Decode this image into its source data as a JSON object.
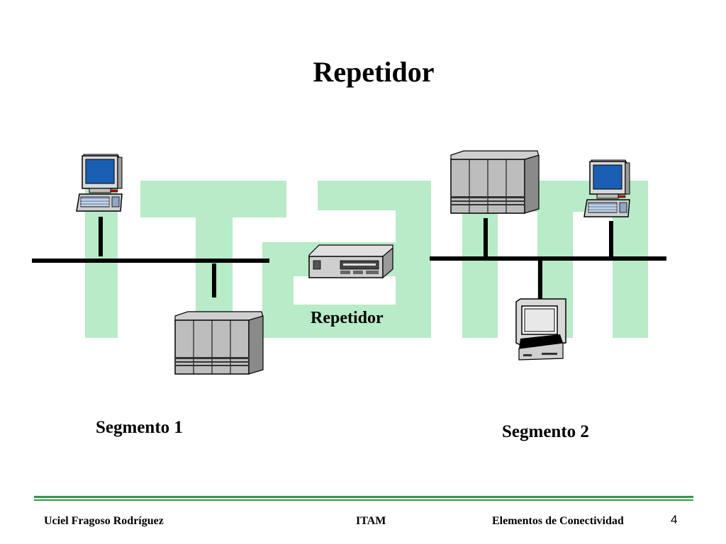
{
  "slide": {
    "title": "Repetidor",
    "repeater_label": "Repetidor",
    "segment1_label": "Segmento 1",
    "segment2_label": "Segmento 2"
  },
  "footer": {
    "author": "Uciel Fragoso Rodríguez",
    "institution": "ITAM",
    "topic": "Elementos de Conectividad",
    "page_number": "4"
  },
  "colors": {
    "watermark": "#b8ebc8",
    "rule": "#2e9b4a",
    "screen": "#1a5fb4"
  }
}
